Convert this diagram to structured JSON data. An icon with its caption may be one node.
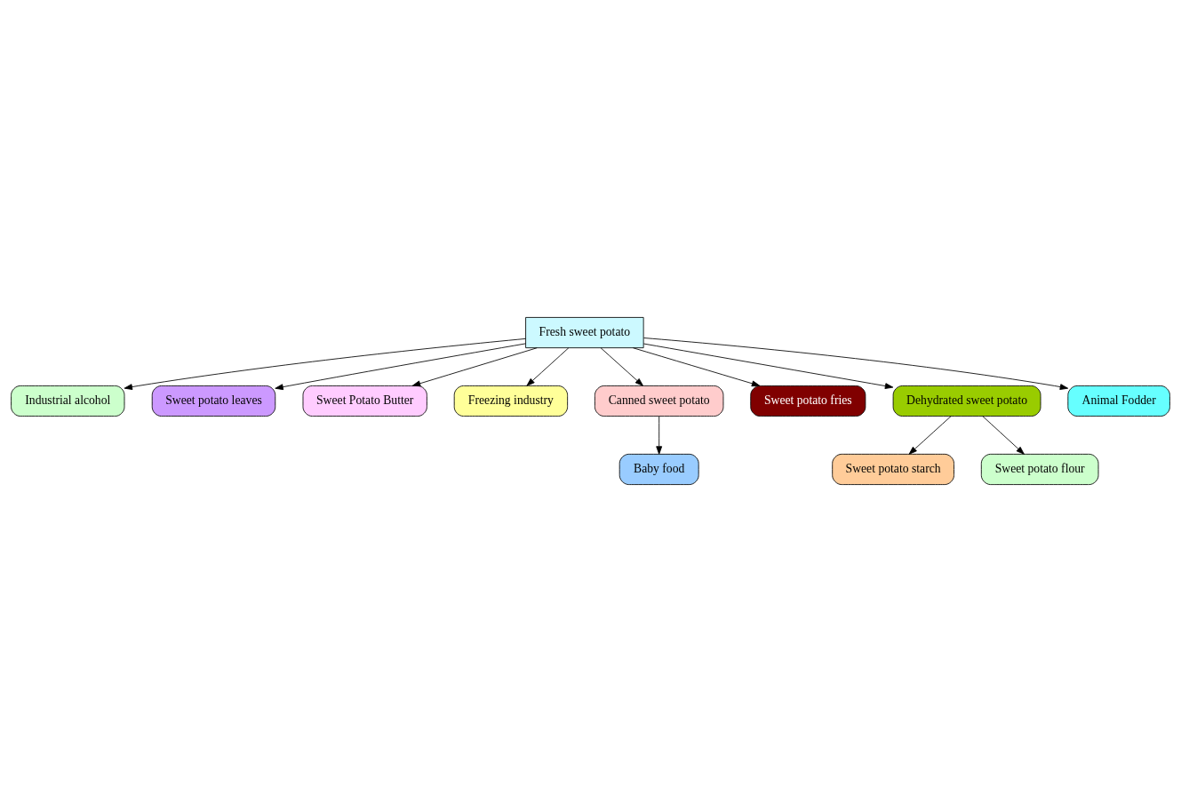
{
  "diagram": {
    "nodes": [
      {
        "text": [
          "Fresh sweet potato"
        ]
      },
      {
        "text": [
          "Industrial alcohol"
        ]
      },
      {
        "text": [
          "Sweet potato leaves"
        ]
      },
      {
        "text": [
          "Baby food"
        ]
      },
      {
        "text": [
          "Sweet Potato Butter"
        ]
      },
      {
        "text": [
          "Freezing industry"
        ]
      },
      {
        "text": [
          "Canned sweet potato"
        ]
      },
      {
        "text": [
          "Sweet potato fries"
        ]
      },
      {
        "text": [
          "Dehydrated sweet potato"
        ]
      },
      {
        "text": [
          "Animal Fodder"
        ]
      },
      {
        "text": [
          "Sweet potato starch"
        ]
      },
      {
        "text": [
          "Sweet potato flour"
        ]
      }
    ],
    "edges": [
      {
        "from": 0,
        "to": 1,
        "arrow": "to"
      },
      {
        "from": 0,
        "to": 2,
        "arrow": "to"
      },
      {
        "from": 0,
        "to": 4,
        "arrow": "to"
      },
      {
        "from": 0,
        "to": 5,
        "arrow": "to"
      },
      {
        "from": 0,
        "to": 6,
        "arrow": "to"
      },
      {
        "from": 6,
        "to": 3,
        "arrow": "to"
      },
      {
        "from": 0,
        "to": 7,
        "arrow": "to"
      },
      {
        "from": 0,
        "to": 8,
        "arrow": "to"
      },
      {
        "from": 0,
        "to": 9,
        "arrow": "to"
      },
      {
        "from": 8,
        "to": 11,
        "arrow": "to"
      },
      {
        "from": 8,
        "to": 10,
        "arrow": "to"
      }
    ]
  }
}
